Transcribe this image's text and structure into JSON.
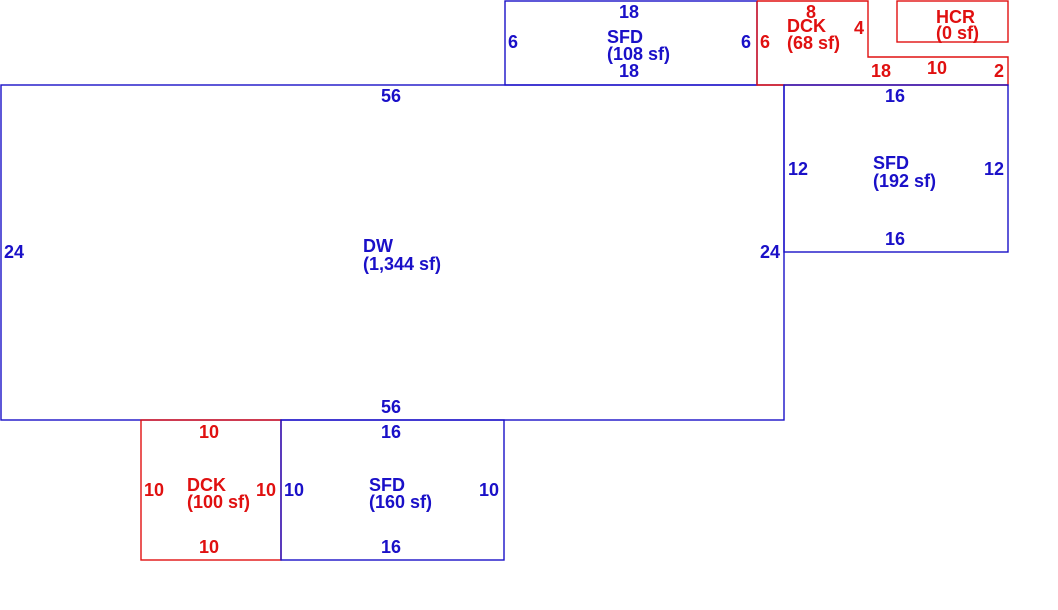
{
  "colors": {
    "blue": "#1a10c8",
    "red": "#e01010",
    "background": "#ffffff"
  },
  "areas": [
    {
      "id": "dw",
      "code": "DW",
      "area_label": "(1,344 sf)",
      "color": "blue",
      "dims": {
        "top": "56",
        "bottom": "56",
        "left": "24",
        "right": "24"
      }
    },
    {
      "id": "sfd-top",
      "code": "SFD",
      "area_label": "(108 sf)",
      "color": "blue",
      "dims": {
        "top": "18",
        "bottom": "18",
        "left": "6",
        "right": "6"
      }
    },
    {
      "id": "dck-top",
      "code": "DCK",
      "area_label": "(68 sf)",
      "color": "red",
      "dims": {
        "top": "8",
        "left": "6",
        "right": "4",
        "bottom": "18",
        "step_inner": "10",
        "step_end": "2"
      }
    },
    {
      "id": "hcr",
      "code": "HCR",
      "area_label": "(0 sf)",
      "color": "red",
      "dims": {}
    },
    {
      "id": "sfd-right",
      "code": "SFD",
      "area_label": "(192 sf)",
      "color": "blue",
      "dims": {
        "top": "16",
        "bottom": "16",
        "left": "12",
        "right": "12"
      }
    },
    {
      "id": "dck-bottom",
      "code": "DCK",
      "area_label": "(100 sf)",
      "color": "red",
      "dims": {
        "top": "10",
        "bottom": "10",
        "left": "10",
        "right": "10"
      }
    },
    {
      "id": "sfd-bottom",
      "code": "SFD",
      "area_label": "(160 sf)",
      "color": "blue",
      "dims": {
        "top": "16",
        "bottom": "16",
        "left": "10",
        "right": "10"
      }
    }
  ]
}
